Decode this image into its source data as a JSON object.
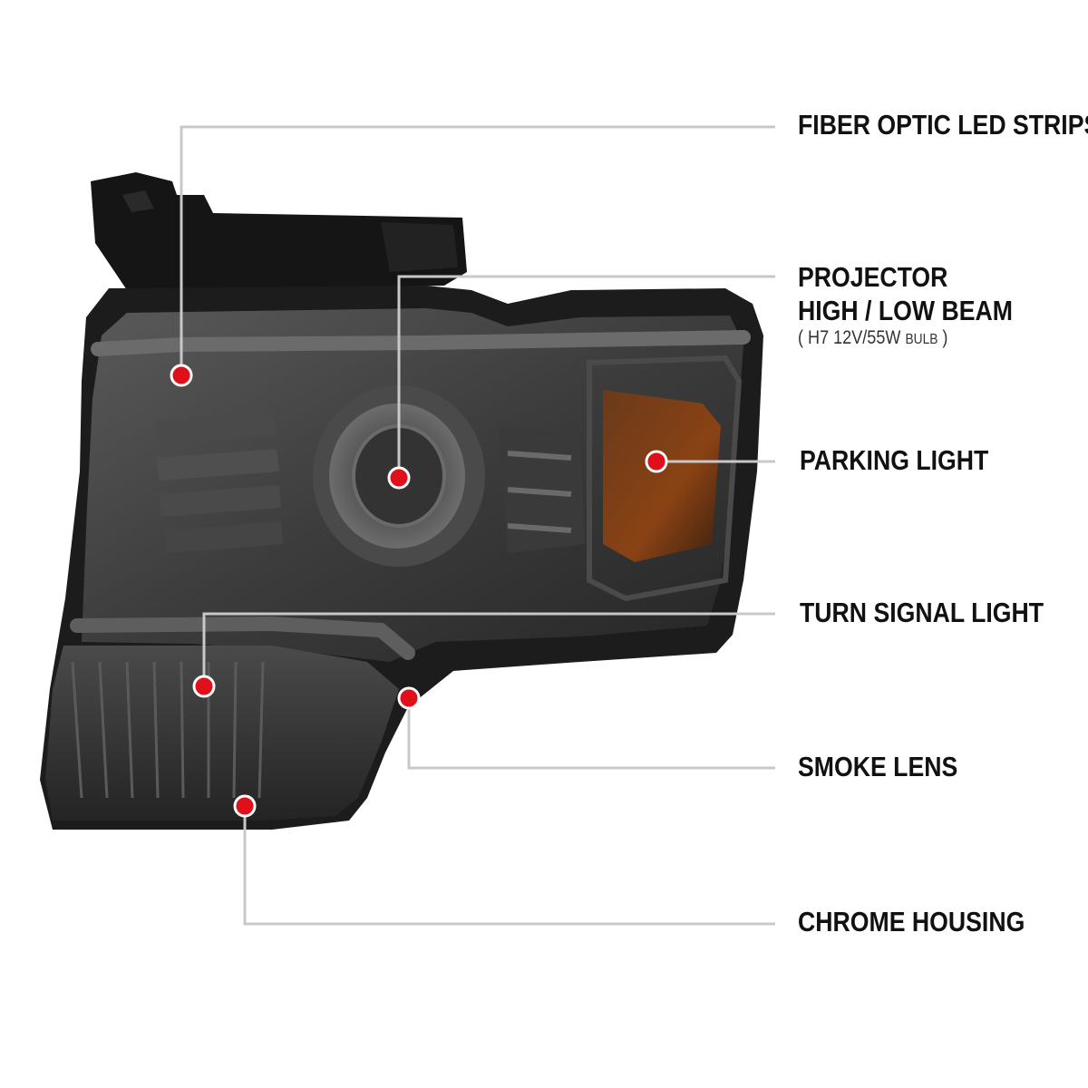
{
  "colors": {
    "background": "#ffffff",
    "leader_line": "#c8c8c8",
    "marker_fill": "#e0101a",
    "marker_ring": "#ffffff",
    "lens_smoke": "#3a3a3a",
    "amber": "#8a3a10"
  },
  "callouts": [
    {
      "label": "FIBER OPTIC LED STRIPS"
    },
    {
      "label": "PROJECTOR",
      "label_line2": "HIGH / LOW BEAM",
      "detail_open": "( ",
      "detail_main": "H7 12V/55W ",
      "detail_small": "BULB",
      "detail_close": " )"
    },
    {
      "label": "PARKING LIGHT"
    },
    {
      "label": "TURN SIGNAL LIGHT"
    },
    {
      "label": "SMOKE LENS"
    },
    {
      "label": "CHROME HOUSING"
    }
  ]
}
